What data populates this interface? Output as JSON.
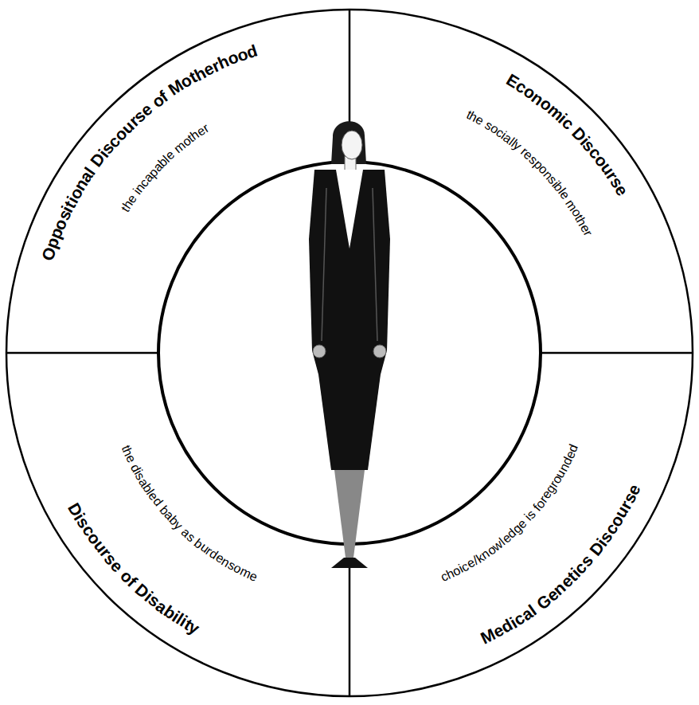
{
  "diagram": {
    "nodes": [
      {
        "text": [
          "Oppositional Discourse of Motherhood",
          "the incapable mother"
        ]
      },
      {
        "text": [
          "Economic Discourse",
          "the socially responsible mother"
        ]
      },
      {
        "text": [
          "Discourse of Disability",
          "the disabled baby as burdensome"
        ]
      },
      {
        "text": [
          "Medical Genetics Discourse",
          "choice/knowledge is foregrounded"
        ]
      }
    ]
  }
}
